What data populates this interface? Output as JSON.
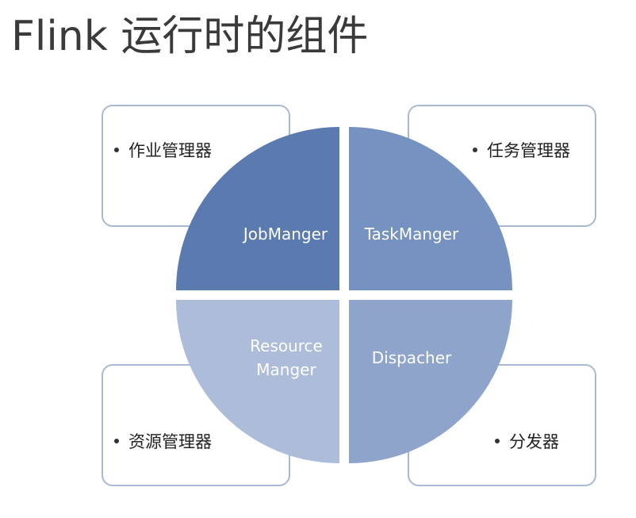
{
  "title": "Flink 运行时的组件",
  "quadrants": {
    "top_left": {
      "label": "JobManger",
      "color": "#5b7bb0"
    },
    "top_right": {
      "label": "TaskManger",
      "color": "#7592c0"
    },
    "bottom_left": {
      "label_line1": "Resource",
      "label_line2": "Manger",
      "color": "#adbcd8"
    },
    "bottom_right": {
      "label": "Dispacher",
      "color": "#8ea4cb"
    }
  },
  "notes": {
    "top_left": "作业管理器",
    "top_right": "任务管理器",
    "bottom_left": "资源管理器",
    "bottom_right": "分发器"
  },
  "colors": {
    "box_border": "#a9b9d2",
    "title_text": "#3a3a3a"
  }
}
